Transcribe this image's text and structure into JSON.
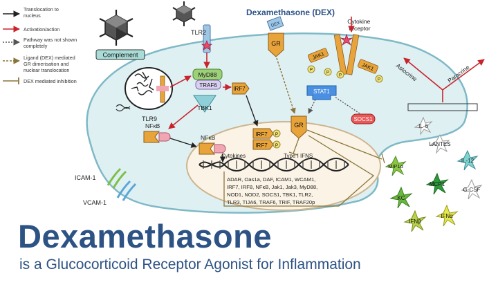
{
  "legend": {
    "items": [
      {
        "label": "Translocation to nucleus",
        "lines": [
          "Translocation to",
          "nucleus"
        ],
        "kind": "black"
      },
      {
        "label": "Activation/action",
        "lines": [
          "Activation/action"
        ],
        "kind": "red"
      },
      {
        "label": "Pathway was not shown completely",
        "lines": [
          "Pathway was not shown",
          "completely"
        ],
        "kind": "dotted"
      },
      {
        "label": "Ligand (DEX) mediated GR dimerisation and nuclear translocation",
        "lines": [
          "Ligand (DEX) mediated",
          "GR dimerisation and",
          "nuclear translocation"
        ],
        "kind": "olive"
      },
      {
        "label": "DEX mediated inhibition",
        "lines": [
          "DEX mediated inhibition"
        ],
        "kind": "inhibit"
      }
    ]
  },
  "labels": {
    "complement": "Complement",
    "tlr2": "TLR2",
    "tlr9": "TLR9",
    "myd88": "MyD88",
    "traf6": "TRAF6",
    "tbk1": "TBK1",
    "irf7": "IRF7",
    "nfkb": "NFκB",
    "gr": "GR",
    "p": "P",
    "dex_title": "Dexamethasone (DEX)",
    "dex": "DEX",
    "cytokine_receptor_lines": [
      "Cytokine",
      "receptor"
    ],
    "jak1": "JAK1",
    "stat1": "STAT1",
    "socs1": "SOCS1",
    "astocrine": "Astocrine",
    "paracrine": "Paracrine",
    "cytokines": "Cytokines",
    "type1_ifns": "Type I IFNS",
    "gene_list_lines": [
      "ADAR, Oas1a, DAF, ICAM1, WCAM1,",
      "IRF7, IRF8, NFκB, Jak1, Jak3, MyD88,",
      "NOD1, NOD2, SOCS1, TBK1, TLR2,",
      "TLR3, TIJA6, TRAF6, TRIF, TRAF20p"
    ],
    "icam1": "ICAM-1",
    "vcam1": "VCAM-1"
  },
  "cytokines": [
    {
      "name": "IL-6",
      "color": "#ffffff"
    },
    {
      "name": "LANTES",
      "color": "#ffffff"
    },
    {
      "name": "IL-12",
      "color": "#7fd4d0"
    },
    {
      "name": "MIP1α",
      "color": "#8cc63f"
    },
    {
      "name": "MCP1",
      "color": "#2e9a3c"
    },
    {
      "name": "G-CSF",
      "color": "#ffffff"
    },
    {
      "name": "KC",
      "color": "#6ab83c"
    },
    {
      "name": "IFNβ",
      "color": "#b8d44a"
    },
    {
      "name": "IFNα",
      "color": "#e4e84a"
    }
  ],
  "title": {
    "headline": "Dexamethasone",
    "subline": "is a Glucocorticoid Receptor Agonist for Inflammation"
  },
  "colors": {
    "cell_fill": "#dff0f3",
    "cell_stroke": "#7fb9c6",
    "nucleus_fill": "#fbf4e6",
    "nucleus_stroke": "#cdb58f",
    "title": "#2d5284",
    "gr_orange": "#e8a43a",
    "pink": "#f2a6b4",
    "green_box": "#9ed07a",
    "activation_red": "#c8242c"
  }
}
